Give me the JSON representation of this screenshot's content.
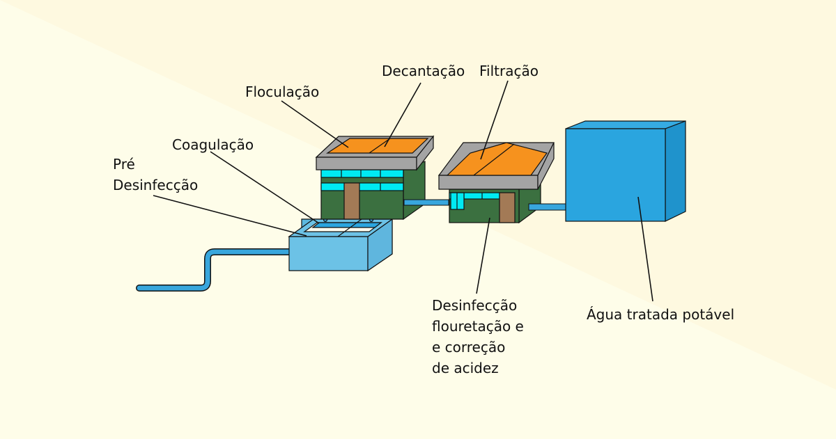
{
  "labels": {
    "floculacao": "Floculação",
    "decantacao": "Decantação",
    "filtracao": "Filtração",
    "coagulacao": "Coagulação",
    "pre_line1": "Pré",
    "pre_line2": "Desinfecção",
    "desinf_line1": "Desinfecção",
    "desinf_line2": "flouretação e",
    "desinf_line3": "e correção",
    "desinf_line4": "de acidez",
    "agua": "Água tratada potável"
  },
  "colors": {
    "background": "#fefde9",
    "tank_blue": "#6cc2e6",
    "pipe_blue": "#38a6dd",
    "reservoir_blue": "#2aa5df",
    "building_green": "#3b7040",
    "roof_gray": "#a4a4a4",
    "roof_orange": "#f6921e",
    "window_cyan": "#00eaf2",
    "door_brown": "#a37a56"
  }
}
